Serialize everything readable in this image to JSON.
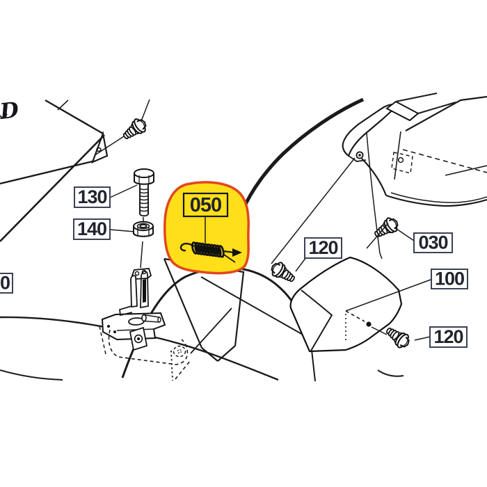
{
  "diagram": {
    "view_label": "D",
    "edge_label": "0",
    "labels": {
      "bolt130": "130",
      "nut140": "140",
      "spring050": "050",
      "bolt120_upper": "120",
      "screw030": "030",
      "cover100": "100",
      "bolt120_lower": "120"
    },
    "highlighted_part": "050",
    "colors": {
      "highlight_fill": "#FFDF1A",
      "highlight_border": "#E2471D",
      "label_border": "#3A4156",
      "label_text": "#20242E",
      "line": "#1A1A1A"
    }
  }
}
